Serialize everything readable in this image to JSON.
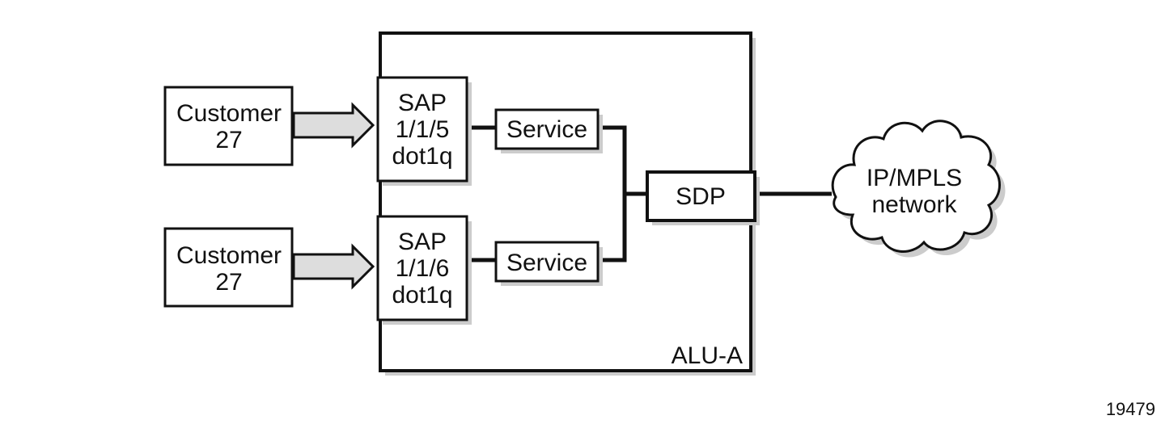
{
  "router": {
    "label": "ALU-A"
  },
  "customers": [
    {
      "line1": "Customer",
      "line2": "27"
    },
    {
      "line1": "Customer",
      "line2": "27"
    }
  ],
  "saps": [
    {
      "line1": "SAP",
      "line2": "1/1/5",
      "line3": "dot1q"
    },
    {
      "line1": "SAP",
      "line2": "1/1/6",
      "line3": "dot1q"
    }
  ],
  "services": [
    {
      "label": "Service"
    },
    {
      "label": "Service"
    }
  ],
  "sdp": {
    "label": "SDP"
  },
  "network": {
    "line1": "IP/MPLS",
    "line2": "network"
  },
  "figure_id": "19479"
}
